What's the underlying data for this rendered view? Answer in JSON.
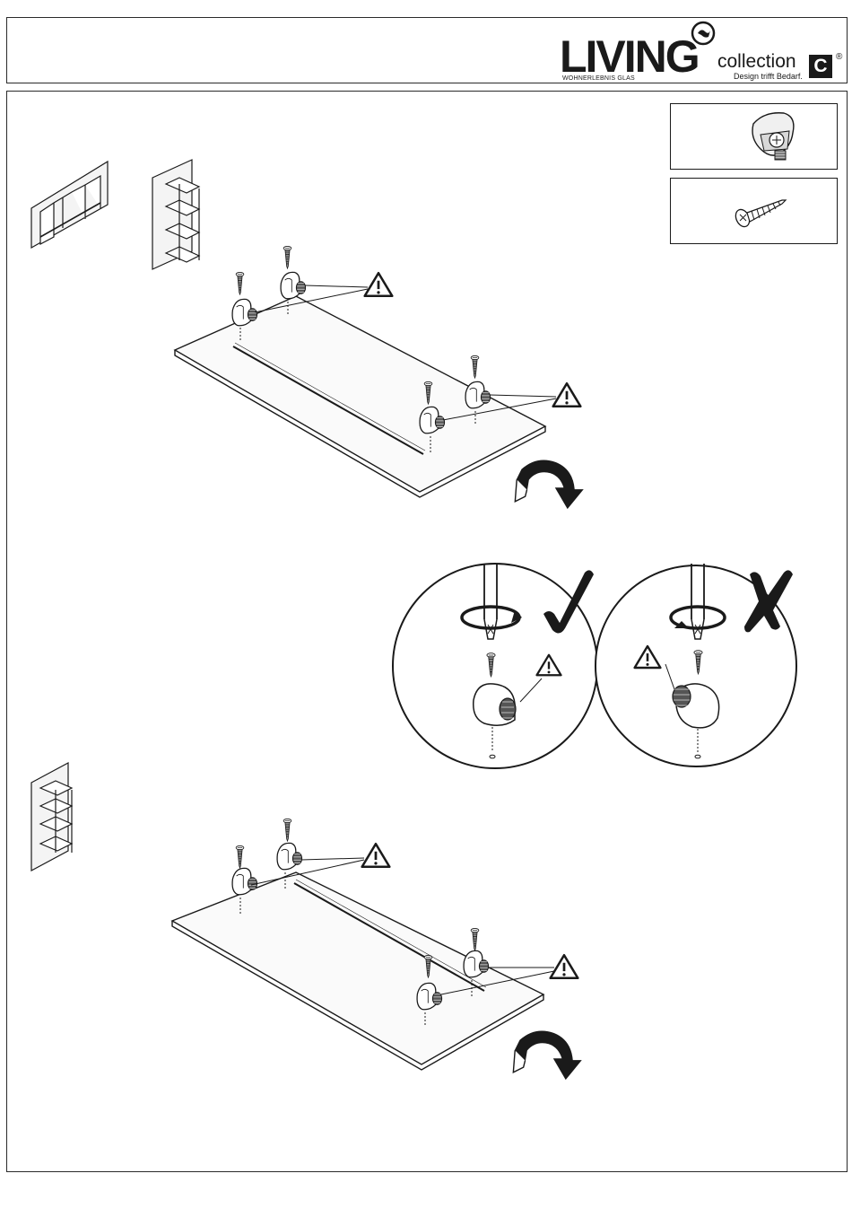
{
  "header": {
    "brand_name": "LIVING",
    "brand_tagline": "WOHNERLEBNIS GLAS",
    "brand_collection": "collection",
    "brand_slogan": "Design trifft Bedarf.",
    "brand_mark": "C",
    "brand_registered": "®"
  },
  "icons": {
    "warning": "warning-triangle-icon",
    "correct": "checkmark-icon",
    "incorrect": "cross-icon",
    "rotate": "rotate-arrow-icon",
    "screwdriver": "screwdriver-icon"
  },
  "colors": {
    "ink": "#1a1a1a",
    "paper": "#ffffff",
    "panel_fill": "#f4f4f4",
    "clamp_fill": "#e6e6e6"
  }
}
